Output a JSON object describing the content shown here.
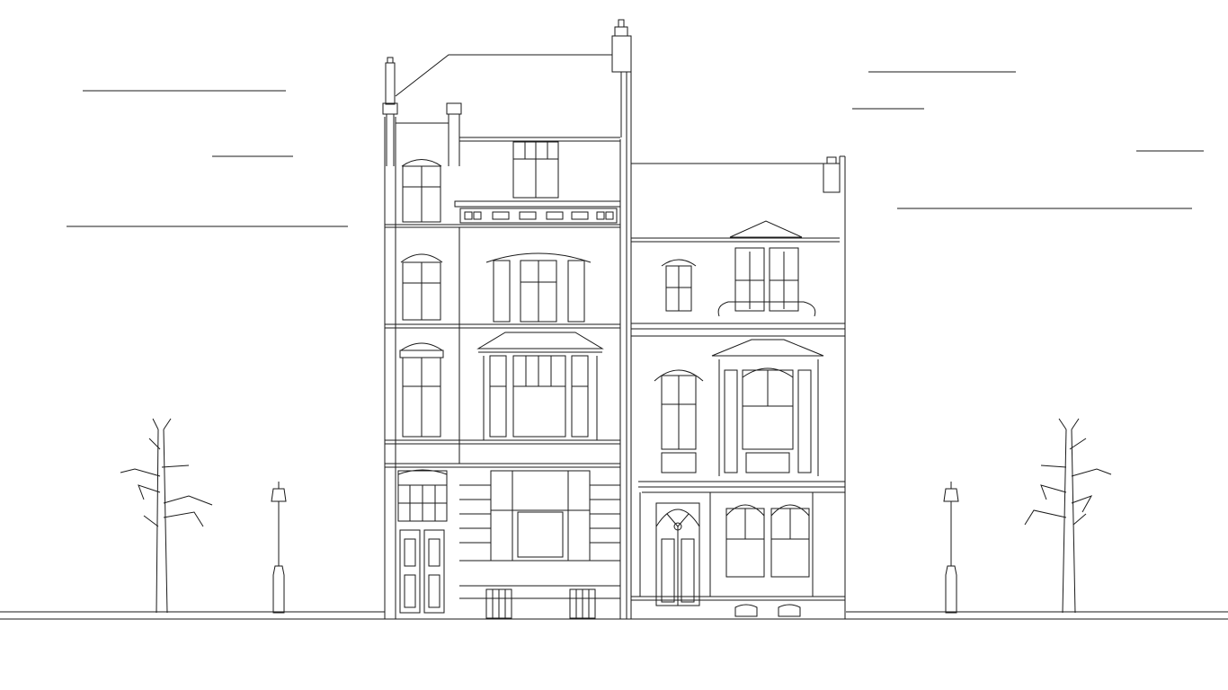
{
  "scene": {
    "kind": "line-art-elevation",
    "background": "#ffffff",
    "line_color": "#1a1a1a",
    "elements": [
      "sky-lines",
      "left-townhouse",
      "right-townhouse",
      "street-lamps",
      "bare-trees",
      "ground-line"
    ]
  }
}
